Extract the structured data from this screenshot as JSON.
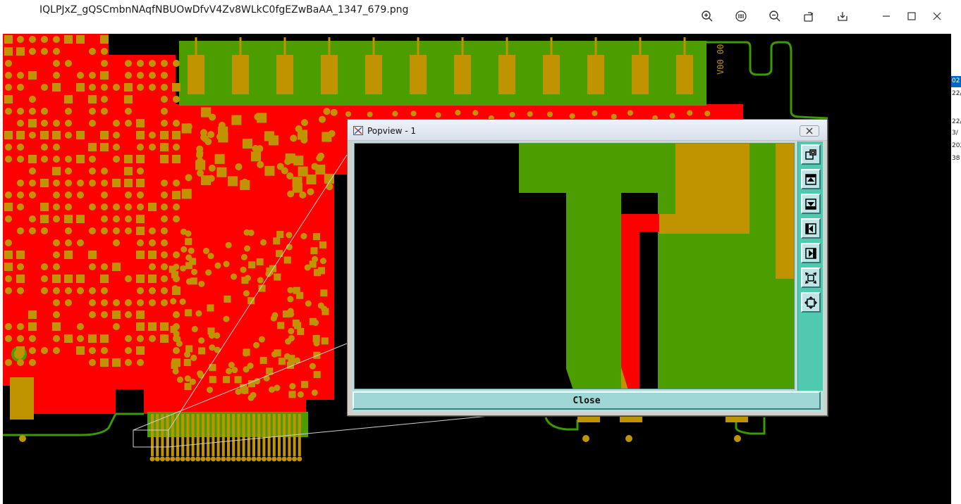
{
  "window": {
    "title": "IQLPJxZ_gQSCmbnNAqfNBUOwDfvV4Zv8WLkC0fgEZwBaAA_1347_679.png",
    "toolbar_icons": [
      "zoom-in-icon",
      "actual-size-icon",
      "zoom-out-icon",
      "rotate-icon",
      "download-icon"
    ],
    "controls": [
      "minimize-icon",
      "maximize-icon",
      "close-icon"
    ]
  },
  "side_strip": [
    "02",
    "22/",
    "22/",
    "3/",
    "202",
    "38"
  ],
  "colors": {
    "board_bg": "#000000",
    "copper_top": "#ff0000",
    "copper_ground": "#4b9d00",
    "pad": "#c09400",
    "outline": "#3d9900",
    "popview_chrome": "#b9dede",
    "popview_toolbar": "#4fcab0"
  },
  "popview": {
    "title": "Popview - 1",
    "close_label": "Close",
    "tools": [
      "view-window-icon",
      "view-top-icon",
      "view-bottom-icon",
      "view-left-icon",
      "view-right-icon",
      "zoom-extents-icon",
      "zoom-fit-icon"
    ]
  }
}
